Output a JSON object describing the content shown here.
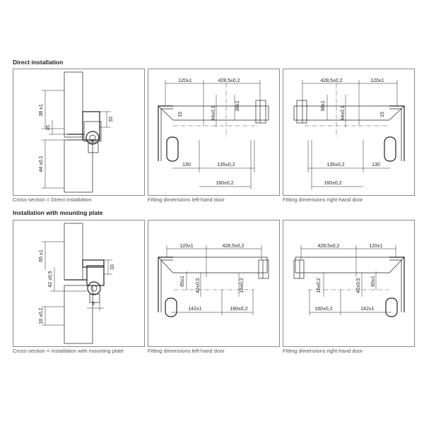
{
  "sections": {
    "direct": {
      "heading": "Direct installation",
      "cross": {
        "caption": "Cross-section = Direct installation",
        "dims": [
          "38 ±1",
          "33",
          "15",
          "44 ±0.1"
        ]
      },
      "left": {
        "caption": "Fitting dimensions left-hand door",
        "dims": [
          "120±1",
          "428,5±0,2",
          "15",
          "44±0,1",
          "38±1",
          "130",
          "135±0,2",
          "160±0,2"
        ]
      },
      "right": {
        "caption": "Fitting dimensions right-hand door",
        "dims": [
          "428,5±0,2",
          "120±1",
          "38±1",
          "44±0,1",
          "15",
          "135±0,2",
          "130",
          "160±0,2"
        ]
      }
    },
    "plate": {
      "heading": "Installation with mounting plate",
      "cross": {
        "caption": "Cross-section = Installation with mounting plate",
        "dims": [
          "65 ±1",
          "33",
          "42 ±0,5",
          "16 ±0,2",
          "5"
        ]
      },
      "left": {
        "caption": "Fitting dimensions left-hand door",
        "dims": [
          "120±1",
          "428,5±0,2",
          "65±1",
          "42±0,5",
          "16±0,2",
          "142±1",
          "160±0,2"
        ]
      },
      "right": {
        "caption": "Fitting dimensions right-hand door",
        "dims": [
          "428,5±0,2",
          "120±1",
          "16±0,2",
          "42±0,5",
          "65±1",
          "160±0,2",
          "142±1"
        ]
      }
    }
  }
}
